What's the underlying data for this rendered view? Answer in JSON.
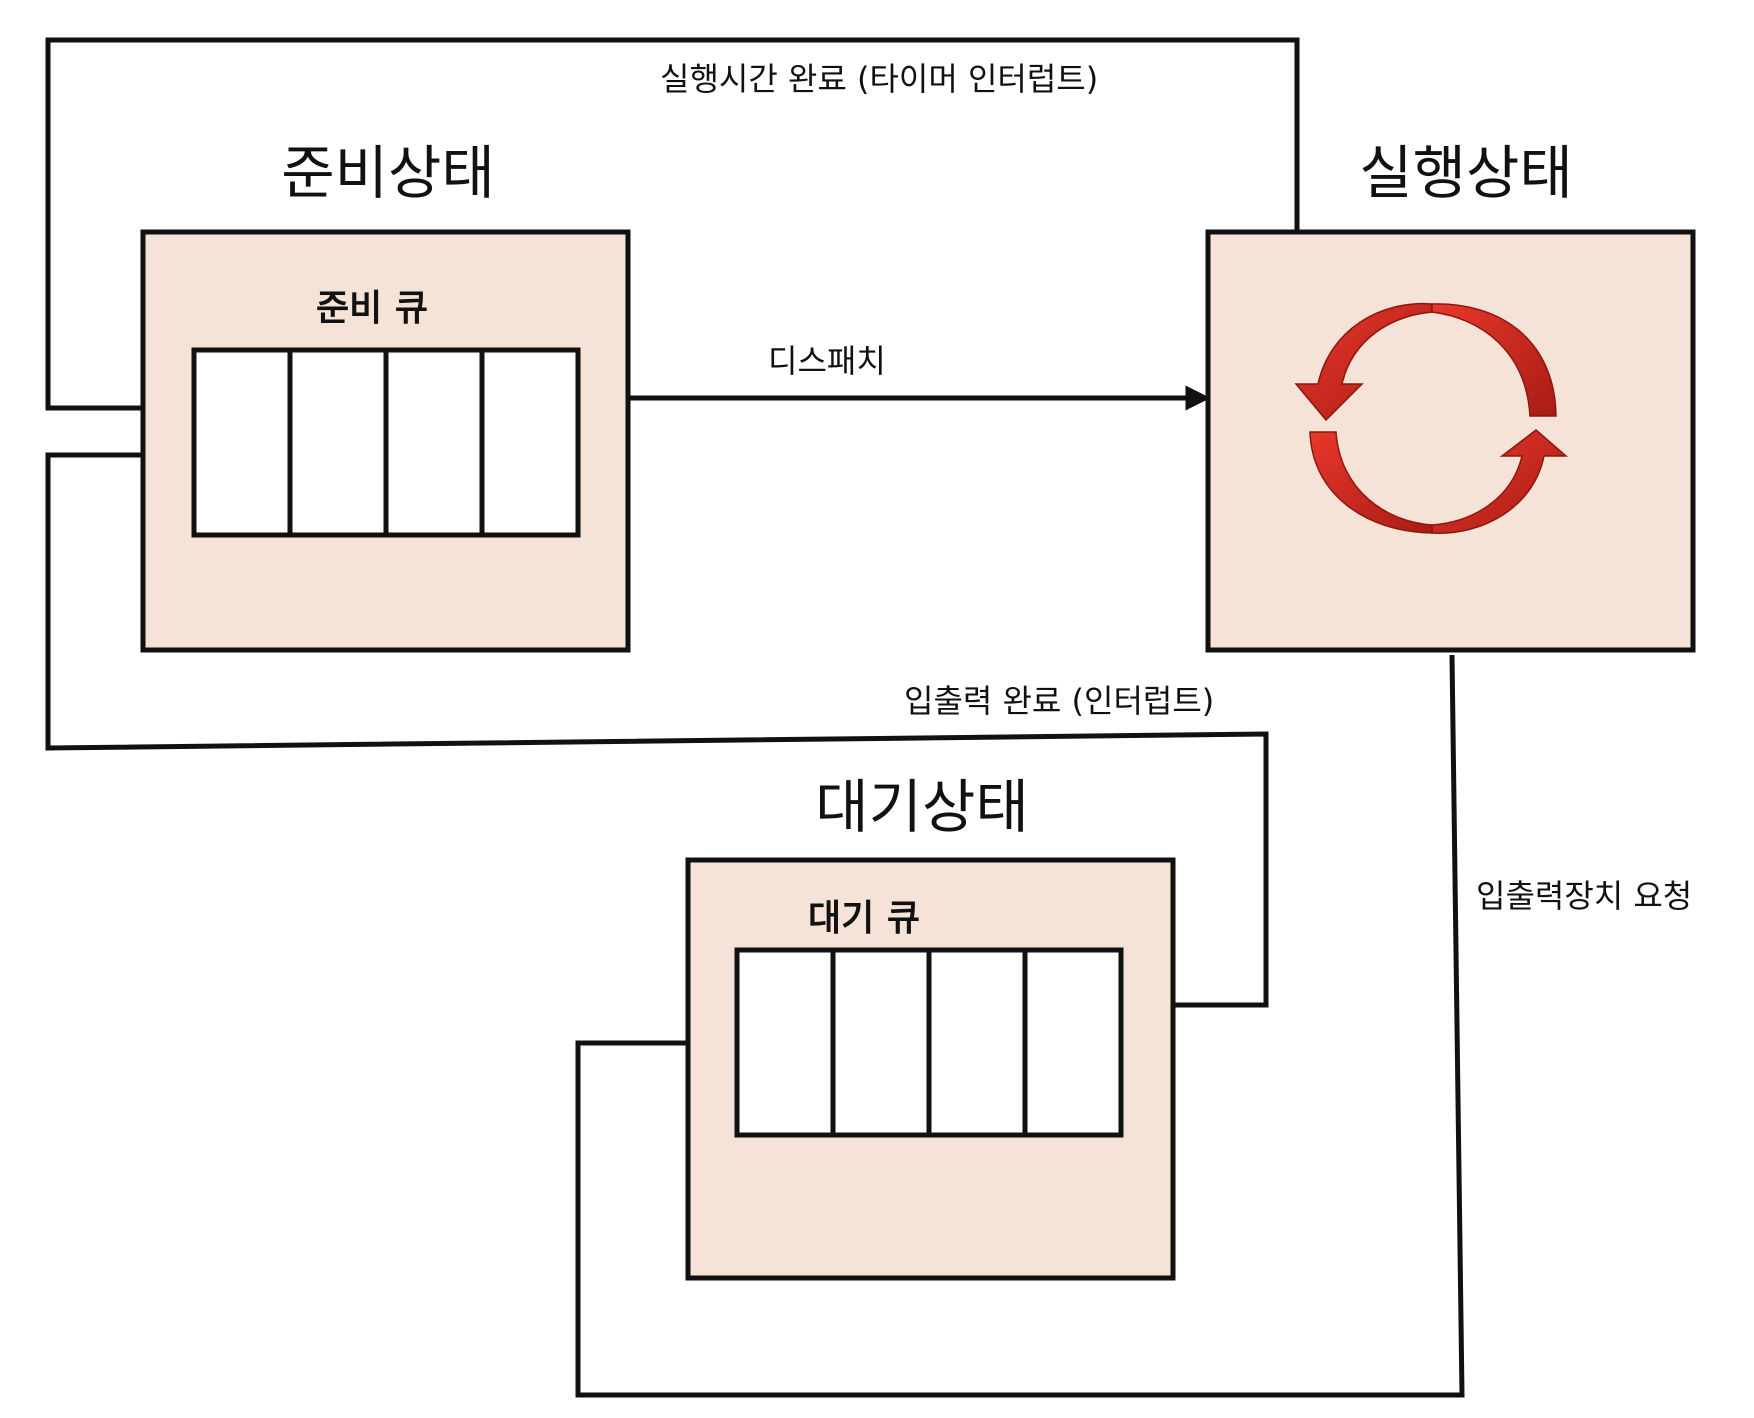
{
  "states": {
    "ready": {
      "title": "준비상태",
      "queue_title": "준비 큐",
      "queue_slots": 4
    },
    "running": {
      "title": "실행상태",
      "icon": "cycle-arrows-icon"
    },
    "waiting": {
      "title": "대기상태",
      "queue_title": "대기 큐",
      "queue_slots": 4
    }
  },
  "transitions": {
    "timer_interrupt": "실행시간 완료 (타이머 인터럽트)",
    "dispatch": "디스패치",
    "io_complete": "입출력 완료 (인터럽트)",
    "io_request": "입출력장치 요청"
  },
  "colors": {
    "state_fill": "#f6e3d7",
    "queue_fill": "#ffffff",
    "line": "#111111",
    "cycle_arrow": "#d6281e",
    "cycle_arrow_dark": "#9e1a13"
  }
}
